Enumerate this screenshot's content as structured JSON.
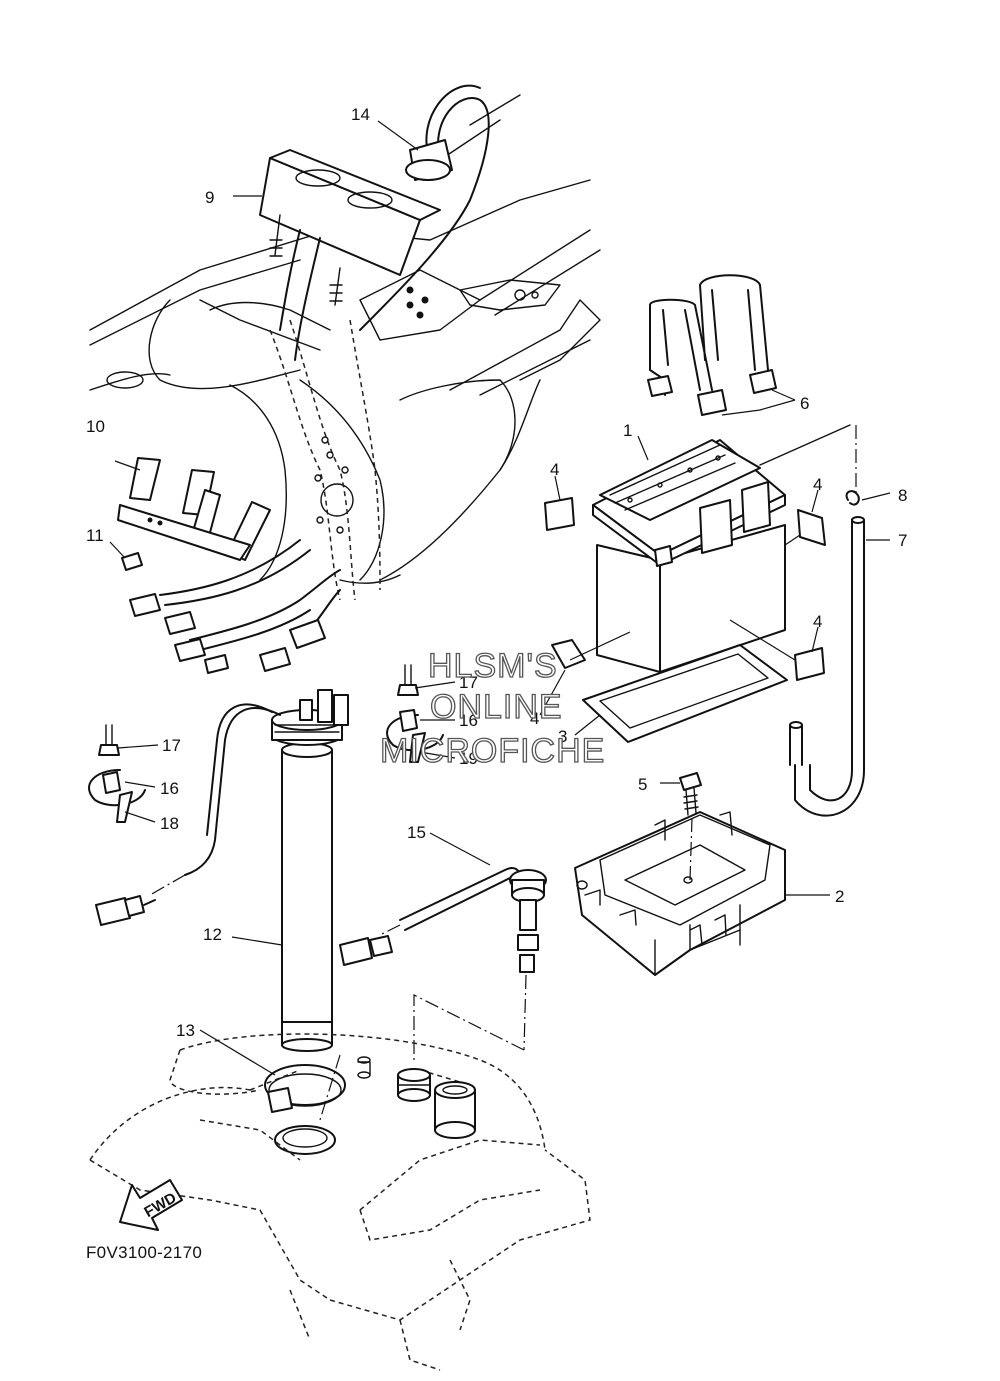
{
  "callouts": {
    "c1": "1",
    "c2": "2",
    "c3": "3",
    "c4a": "4",
    "c4b": "4",
    "c4c": "4",
    "c4d": "4",
    "c5": "5",
    "c6": "6",
    "c7": "7",
    "c8": "8",
    "c9": "9",
    "c10": "10",
    "c11": "11",
    "c12": "12",
    "c13": "13",
    "c14": "14",
    "c15": "15",
    "c16a": "16",
    "c16b": "16",
    "c17a": "17",
    "c17b": "17",
    "c18": "18",
    "c19": "19"
  },
  "fwd_label": "FWD",
  "diagram_code": "F0V3100-2170",
  "watermark": {
    "line1": "HLSM'S",
    "line2": "ONLINE",
    "line3": "MICROFICHE"
  }
}
